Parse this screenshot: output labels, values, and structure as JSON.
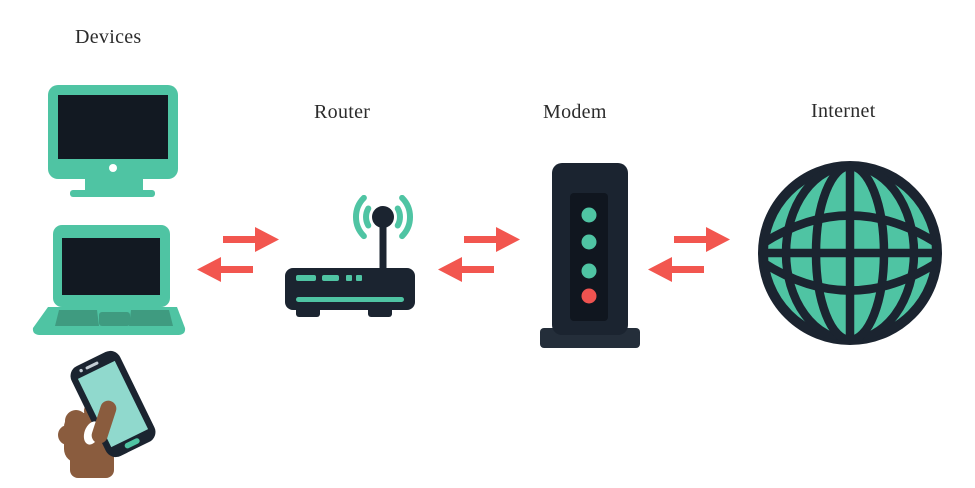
{
  "diagram": {
    "type": "network-flow-diagram",
    "description": "Home network connectivity: devices connect through a router and modem to the internet"
  },
  "nodes": {
    "devices": {
      "label": "Devices",
      "icons": [
        "desktop-monitor-icon",
        "laptop-icon",
        "smartphone-in-hand-icon"
      ]
    },
    "router": {
      "label": "Router",
      "icon": "wireless-router-icon",
      "front_marks": [
        "dash",
        "dash",
        "dot",
        "dot",
        "strip"
      ]
    },
    "modem": {
      "label": "Modem",
      "icon": "cable-modem-icon",
      "leds": [
        "green",
        "green",
        "green",
        "red"
      ]
    },
    "internet": {
      "label": "Internet",
      "icon": "globe-icon"
    }
  },
  "connections": [
    {
      "from": "Devices",
      "to": "Router",
      "bidirectional": true,
      "icon": "bidirectional-arrows-icon"
    },
    {
      "from": "Router",
      "to": "Modem",
      "bidirectional": true,
      "icon": "bidirectional-arrows-icon"
    },
    {
      "from": "Modem",
      "to": "Internet",
      "bidirectional": true,
      "icon": "bidirectional-arrows-icon"
    }
  ],
  "colors": {
    "bg": "#ffffff",
    "text": "#2b2b2b",
    "teal": "#4fc4a3",
    "tealdark": "#3f9b80",
    "phonescreen": "#90d9cd",
    "dark": "#1b2430",
    "screendark": "#121922",
    "red": "#f2564f",
    "ledred": "#ef5350",
    "hand": "#8a5c3e",
    "modempanel": "#10161f",
    "modembase": "#242e3a",
    "lightgray": "#c4cdd4"
  }
}
